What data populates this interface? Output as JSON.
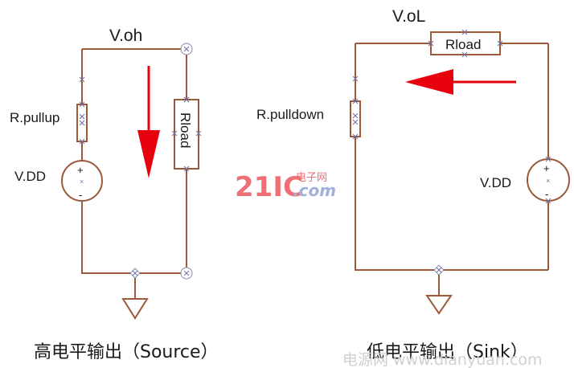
{
  "source_circuit": {
    "node_label": "V.oh",
    "pullup_label": "R.pullup",
    "load_label": "Rload",
    "supply_label": "V.DD",
    "caption": "高电平输出（Source）"
  },
  "sink_circuit": {
    "node_label": "V.oL",
    "pulldown_label": "R.pulldown",
    "load_label": "Rload",
    "supply_label": "V.DD",
    "caption": "低电平输出（Sink）"
  },
  "supply_signs": {
    "plus": "+",
    "minus": "-"
  },
  "watermark": {
    "logo_text": "21IC",
    "logo_sub": "电子网",
    "logo_domain": ".com",
    "site": "电源网 www.dianyuan.com"
  },
  "colors": {
    "wire": "#9a5a3a",
    "arrow": "#e8000f",
    "node_marker": "#8a8aa8",
    "watermark_logo": "#e8333c"
  }
}
